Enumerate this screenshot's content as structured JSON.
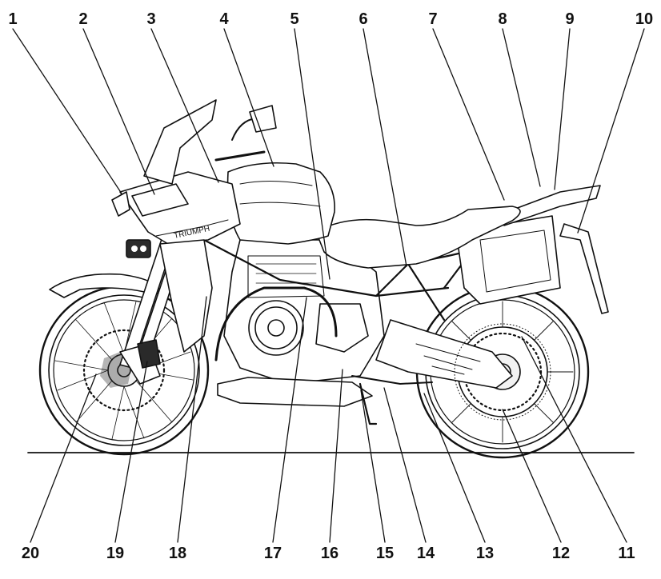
{
  "callouts": [
    {
      "number": "1",
      "target": "front-turn-indicator"
    },
    {
      "number": "2",
      "target": "headlight"
    },
    {
      "number": "3",
      "target": "instrument-display"
    },
    {
      "number": "4",
      "target": "fuel-tank"
    },
    {
      "number": "5",
      "target": "engine-cylinder"
    },
    {
      "number": "6",
      "target": "rider-seat"
    },
    {
      "number": "7",
      "target": "passenger-grab-rail"
    },
    {
      "number": "8",
      "target": "luggage-rack"
    },
    {
      "number": "9",
      "target": "rear-light"
    },
    {
      "number": "10",
      "target": "rear-turn-indicator"
    },
    {
      "number": "11",
      "target": "rear-brake-disc"
    },
    {
      "number": "12",
      "target": "rear-wheel-hub"
    },
    {
      "number": "13",
      "target": "final-drive-shaft"
    },
    {
      "number": "14",
      "target": "rear-suspension"
    },
    {
      "number": "15",
      "target": "side-stand"
    },
    {
      "number": "16",
      "target": "gear-selector"
    },
    {
      "number": "17",
      "target": "frame"
    },
    {
      "number": "18",
      "target": "radiator-cover"
    },
    {
      "number": "19",
      "target": "front-brake-caliper"
    },
    {
      "number": "20",
      "target": "front-brake-disc"
    }
  ],
  "colors": {
    "ink": "#111111",
    "background": "#ffffff",
    "light-fill": "#f2f2f2",
    "dark-fill": "#2a2a2a"
  }
}
